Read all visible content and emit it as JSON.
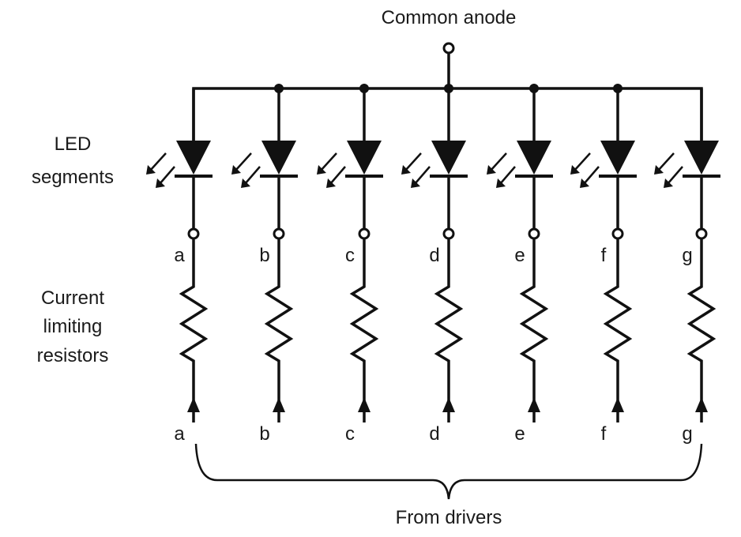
{
  "diagram": {
    "type": "circuit-schematic",
    "title": "Common anode seven-segment LED display",
    "top_label": "Common anode",
    "left_labels": {
      "led": [
        "LED",
        "segments"
      ],
      "resistors": [
        "Current",
        "limiting",
        "resistors"
      ]
    },
    "bottom_label": "From drivers",
    "segments": [
      {
        "id": "a",
        "top_label": "a",
        "bottom_label": "a"
      },
      {
        "id": "b",
        "top_label": "b",
        "bottom_label": "b"
      },
      {
        "id": "c",
        "top_label": "c",
        "bottom_label": "c"
      },
      {
        "id": "d",
        "top_label": "d",
        "bottom_label": "d"
      },
      {
        "id": "e",
        "top_label": "e",
        "bottom_label": "e"
      },
      {
        "id": "f",
        "top_label": "f",
        "bottom_label": "f"
      },
      {
        "id": "g",
        "top_label": "g",
        "bottom_label": "g"
      }
    ],
    "colors": {
      "line": "#111111",
      "text": "#1a1a1a",
      "background": "#ffffff"
    }
  }
}
